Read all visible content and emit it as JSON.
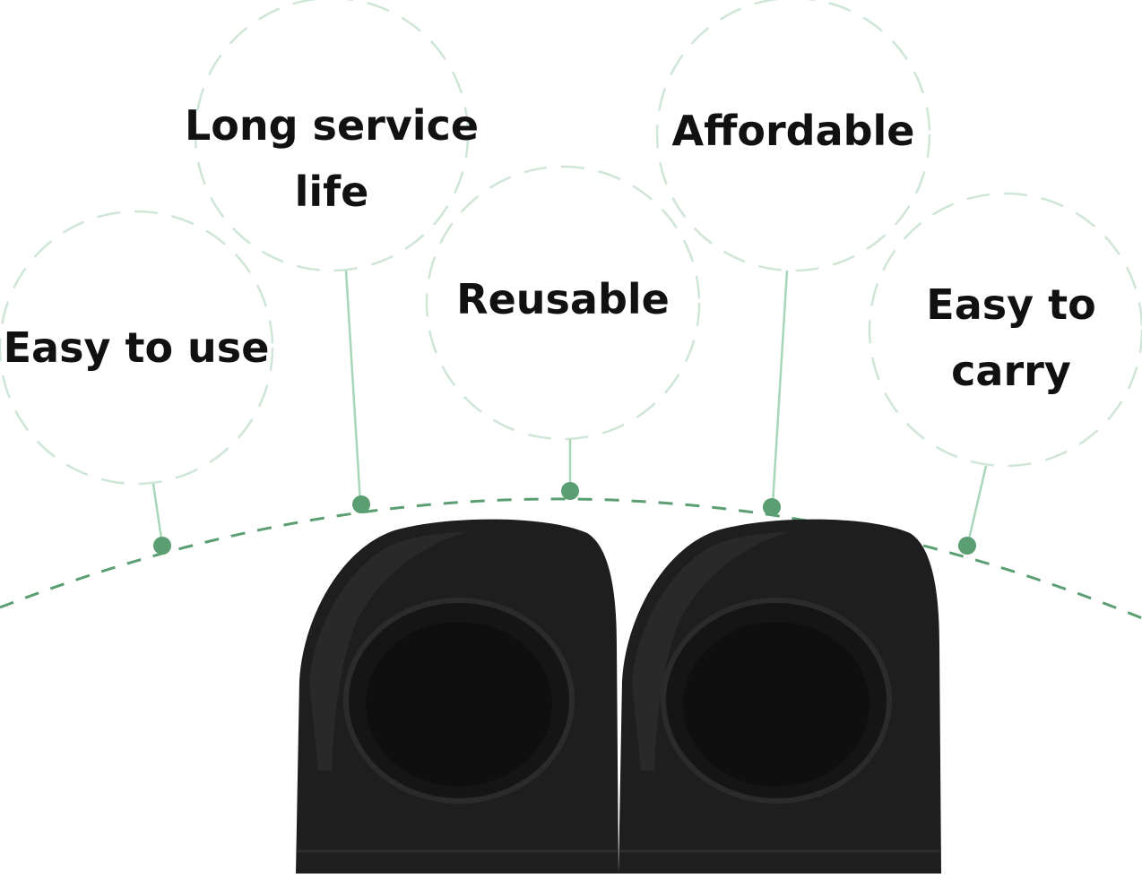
{
  "features": [
    {
      "id": "easy-to-use",
      "lines": [
        "Easy to use"
      ]
    },
    {
      "id": "long-service-life",
      "lines": [
        "Long service",
        "life"
      ]
    },
    {
      "id": "reusable",
      "lines": [
        "Reusable"
      ]
    },
    {
      "id": "affordable",
      "lines": [
        "Affordable"
      ]
    },
    {
      "id": "easy-to-carry",
      "lines": [
        "Easy to",
        "carry"
      ]
    }
  ],
  "colors": {
    "accent": "#5a9e72",
    "circle_outline": "#cfe6d7",
    "connector": "#a8d6b8",
    "product": "#1e1e1e",
    "product_highlight": "#2c2c2c",
    "text": "#111111"
  },
  "product": {
    "item_count": 2,
    "description_icon": "toe-cover-icon"
  }
}
